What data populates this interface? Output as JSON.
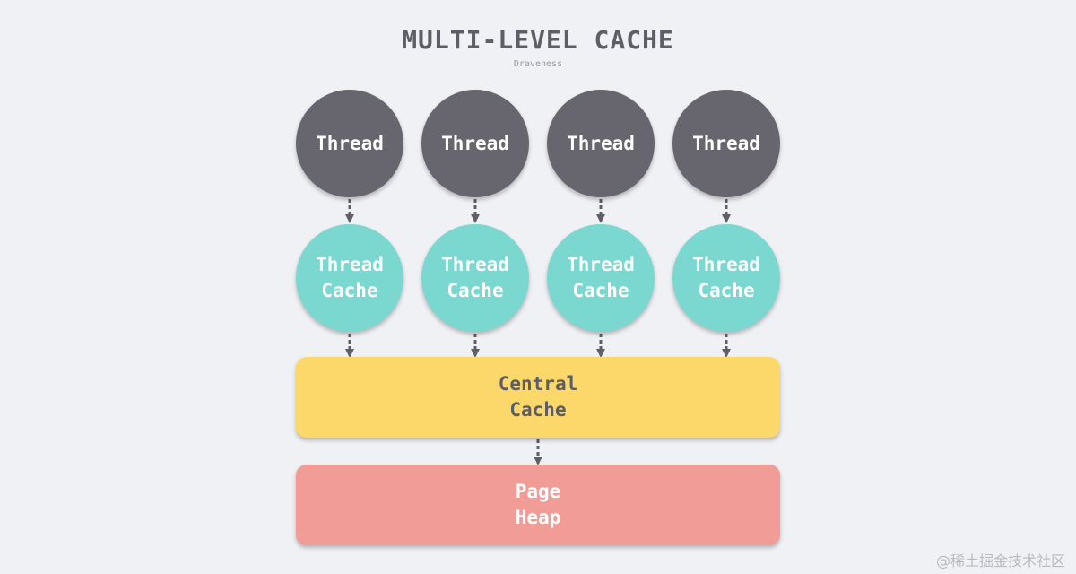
{
  "title": "MULTI-LEVEL CACHE",
  "subtitle": "Draveness",
  "threads": [
    "Thread",
    "Thread",
    "Thread",
    "Thread"
  ],
  "thread_caches": [
    "Thread\nCache",
    "Thread\nCache",
    "Thread\nCache",
    "Thread\nCache"
  ],
  "central_cache": "Central\nCache",
  "page_heap": "Page\nHeap",
  "watermark": "@稀土掘金技术社区",
  "colors": {
    "background": "#f0f1f4",
    "thread": "#67666e",
    "thread_cache": "#7ad8d0",
    "central_cache": "#fcd86a",
    "page_heap": "#f19c96",
    "arrow": "#5f5e66"
  }
}
